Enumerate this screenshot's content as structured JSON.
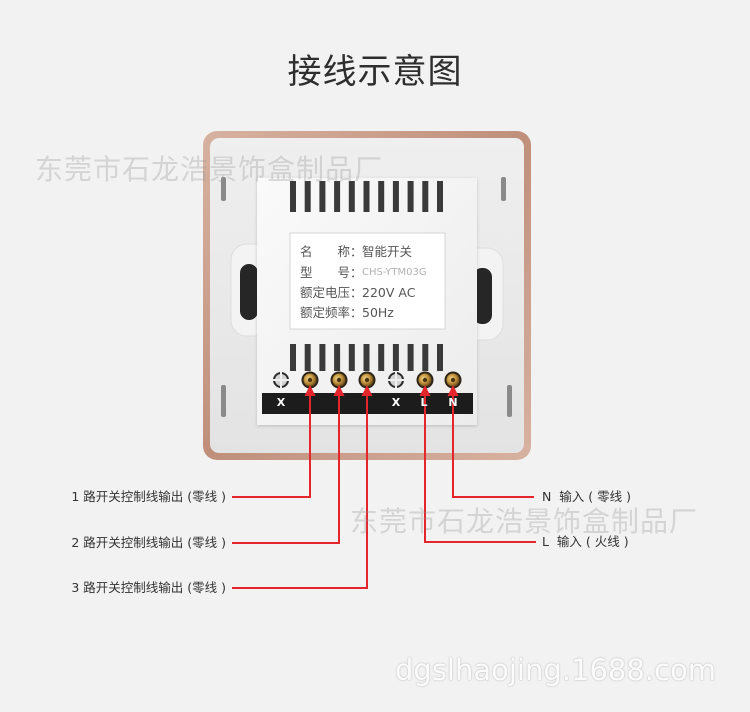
{
  "title": "接线示意图",
  "watermarks": {
    "company": "东莞市石龙浩景饰盒制品厂",
    "website": "dgslhaojing.1688.com"
  },
  "device": {
    "nameplate": [
      {
        "label": "名　　称",
        "sep": "：",
        "value": "智能开关"
      },
      {
        "label": "型　　号",
        "sep": "：",
        "value": "CHS-YTM03G"
      },
      {
        "label": "额定电压",
        "sep": "：",
        "value": "220V AC"
      },
      {
        "label": "额定频率",
        "sep": "：",
        "value": "50Hz"
      }
    ],
    "terminal_bar_labels": [
      "X",
      "X",
      "L",
      "N"
    ]
  },
  "wiring": {
    "outputs": [
      "1 路开关控制线输出 (零线 )",
      "2 路开关控制线输出 (零线 )",
      "3 路开关控制线输出 (零线 )"
    ],
    "inputs": [
      "N  输入 ( 零线 )",
      "L  输入 ( 火线 )"
    ]
  },
  "colors": {
    "background": "#f2f2f2",
    "frame_light": "#d8b2a1",
    "frame_dark": "#bf8f7b",
    "wire": "#e4252b",
    "terminal_bar": "#1c1c1c"
  }
}
